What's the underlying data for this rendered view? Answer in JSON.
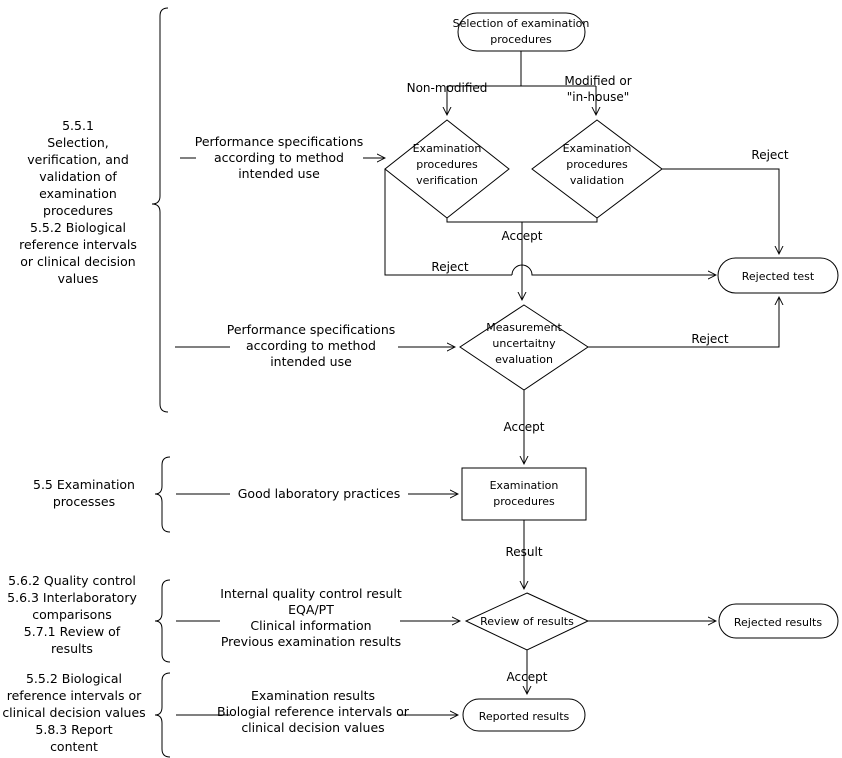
{
  "diagram": {
    "title_present": false,
    "type": "flowchart",
    "nodes": {
      "selection": {
        "label_line1": "Selection of examination",
        "label_line2": "procedures",
        "shape": "rounded-rect"
      },
      "verification": {
        "label_line1": "Examination",
        "label_line2": "procedures",
        "label_line3": "verification",
        "shape": "diamond"
      },
      "validation": {
        "label_line1": "Examination",
        "label_line2": "procedures",
        "label_line3": "validation",
        "shape": "diamond"
      },
      "uncertainty": {
        "label_line1": "Measurement",
        "label_line2": "uncertaitny",
        "label_line3": "evaluation",
        "shape": "diamond"
      },
      "rejected_test": {
        "label": "Rejected test",
        "shape": "rounded-rect"
      },
      "exam_procedures": {
        "label_line1": "Examination",
        "label_line2": "procedures",
        "shape": "rect"
      },
      "review": {
        "label": "Review of results",
        "shape": "diamond"
      },
      "rejected_results": {
        "label": "Rejected results",
        "shape": "rounded-rect"
      },
      "reported_results": {
        "label": "Reported results",
        "shape": "rounded-rect"
      }
    },
    "edge_labels": {
      "non_modified": "Non-modified",
      "modified_1": "Modified or",
      "modified_2": "\"in-house\"",
      "accept_1": "Accept",
      "reject_left": "Reject",
      "reject_right": "Reject",
      "reject_uncertainty": "Reject",
      "accept_2": "Accept",
      "result": "Result",
      "accept_3": "Accept"
    },
    "side_labels": {
      "group1": [
        "5.5.1",
        "Selection,",
        "verification, and",
        "validation of",
        "examination",
        "procedures",
        "5.5.2 Biological",
        "reference intervals",
        "or clinical decision",
        "values"
      ],
      "group2": [
        "5.5 Examination",
        "processes"
      ],
      "group3": [
        "5.6.2 Quality control",
        "5.6.3 Interlaboratory",
        "comparisons",
        "5.7.1 Review of",
        "results"
      ],
      "group4": [
        "5.5.2 Biological",
        "reference intervals or",
        "clinical decision values",
        "5.8.3 Report",
        "content"
      ]
    },
    "annotations": {
      "perf_spec_1": [
        "Performance specifications",
        "according to method",
        "intended use"
      ],
      "perf_spec_2": [
        "Performance specifications",
        "according to method",
        "intended use"
      ],
      "good_lab": [
        "Good laboratory practices"
      ],
      "qc_inputs": [
        "Internal quality control result",
        "EQA/PT",
        "Clinical information",
        "Previous examination results"
      ],
      "report_inputs": [
        "Examination results",
        "Biologial reference intervals or",
        "clinical decision values"
      ]
    },
    "colors": {
      "stroke": "#000000",
      "fill": "#ffffff",
      "text": "#000000"
    }
  }
}
